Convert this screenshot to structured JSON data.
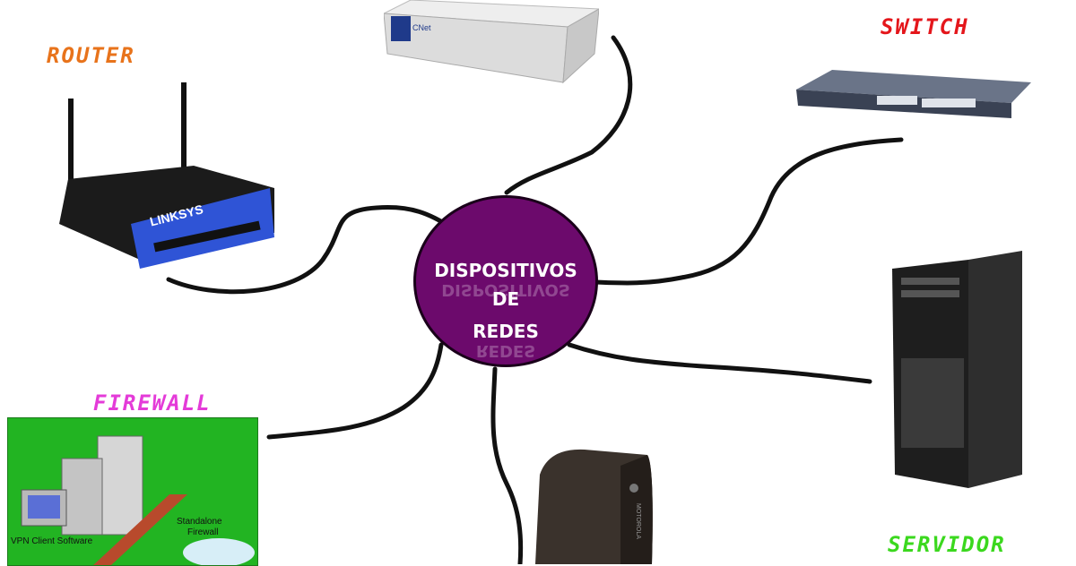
{
  "hub": {
    "line1": "DISPOSITIVOS",
    "line2": "DE",
    "line3": "REDES"
  },
  "labels": {
    "router": "ROUTER",
    "switch": "SWITCH",
    "firewall": "FIREWALL",
    "servidor": "SERVIDOR"
  },
  "firewall_image": {
    "caption_left": "VPN Client Software",
    "caption_right_1": "Standalone",
    "caption_right_2": "Firewall"
  },
  "router_image": {
    "brand": "LINKSYS"
  },
  "hub_device_image": {
    "brand": "CNet"
  },
  "modem_image": {
    "brand": "MOTOROLA"
  },
  "colors": {
    "router": "#e8731b",
    "switch": "#e4161b",
    "firewall": "#e43bd8",
    "servidor": "#3bd81e",
    "hub_fill": "#6c0a6c"
  }
}
